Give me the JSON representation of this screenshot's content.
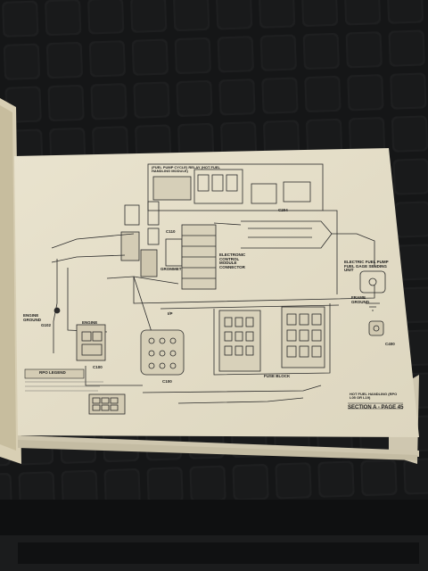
{
  "diagram": {
    "module_title": "(FUEL PUMP CYCLE) RELAY (HOT FUEL HANDLING MODULE)",
    "engine_ground": "ENGINE GROUND",
    "ground_id": "G102",
    "engine": "ENGINE",
    "c100_left": "C100",
    "c100_center": "C100",
    "grommet": "GROMMET",
    "c110": "C110",
    "ecm_connector": "ELECTRONIC CONTROL MODULE CONNECTOR",
    "c204": "C204",
    "electric_fuel_pump": "ELECTRIC FUEL PUMP FUEL GAGE SENDING UNIT",
    "frame_ground": "FRAME GROUND",
    "c400": "C400",
    "fuse_block": "FUSE BLOCK",
    "ip": "I/P",
    "rpo_legend": "RPO LEGEND",
    "footer_title": "HOT FUEL HANDLING (RPO L05 OR L19)",
    "page": "SECTION A - PAGE 45"
  },
  "colors": {
    "paper": "#e6dfc9",
    "ink": "#2a2a2a",
    "mat": "#1a1b1c",
    "book_edge": "#d9d2bd"
  }
}
